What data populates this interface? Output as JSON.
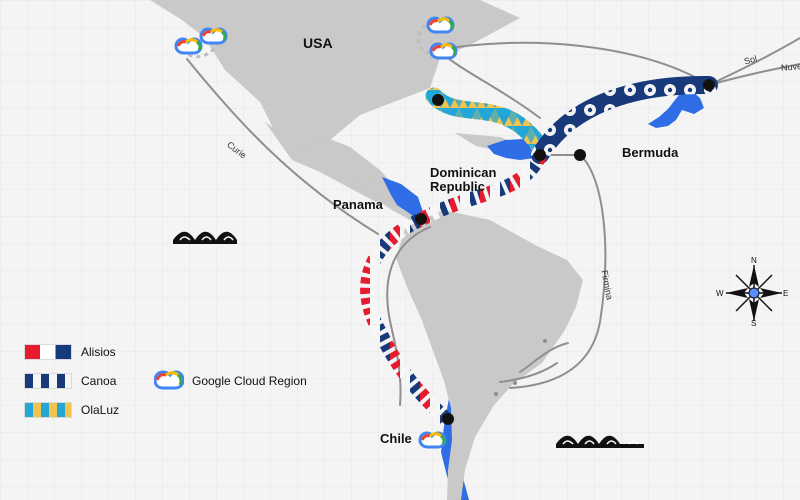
{
  "labels": {
    "usa": "USA",
    "panama": "Panama",
    "dominican_republic_line1": "Dominican",
    "dominican_republic_line2": "Republic",
    "bermuda": "Bermuda",
    "chile": "Chile"
  },
  "cable_labels": {
    "curie": "Curie",
    "sol": "Sol",
    "nuvem": "Nuve",
    "firmina": "Firmina"
  },
  "legend": {
    "alisios": "Alisios",
    "canoa": "Canoa",
    "olaluz": "OlaLuz",
    "google_cloud_region": "Google Cloud Region"
  },
  "compass": {
    "n": "N",
    "e": "E",
    "s": "S",
    "w": "W"
  },
  "icons": {
    "cloud": "google-cloud-icon",
    "compass": "compass-rose-icon",
    "waves": "wave-icon"
  },
  "colors": {
    "land": "#c9c9c9",
    "ocean": "#f4f4f4",
    "highlight_land": "#2e6de5",
    "cable_gray": "#8f8f8f",
    "alisios_red": "#e61b2e",
    "alisios_blue": "#183a7a",
    "olaluz_blue": "#22a7d7",
    "olaluz_yellow": "#f2c34d",
    "node_black": "#111111"
  }
}
